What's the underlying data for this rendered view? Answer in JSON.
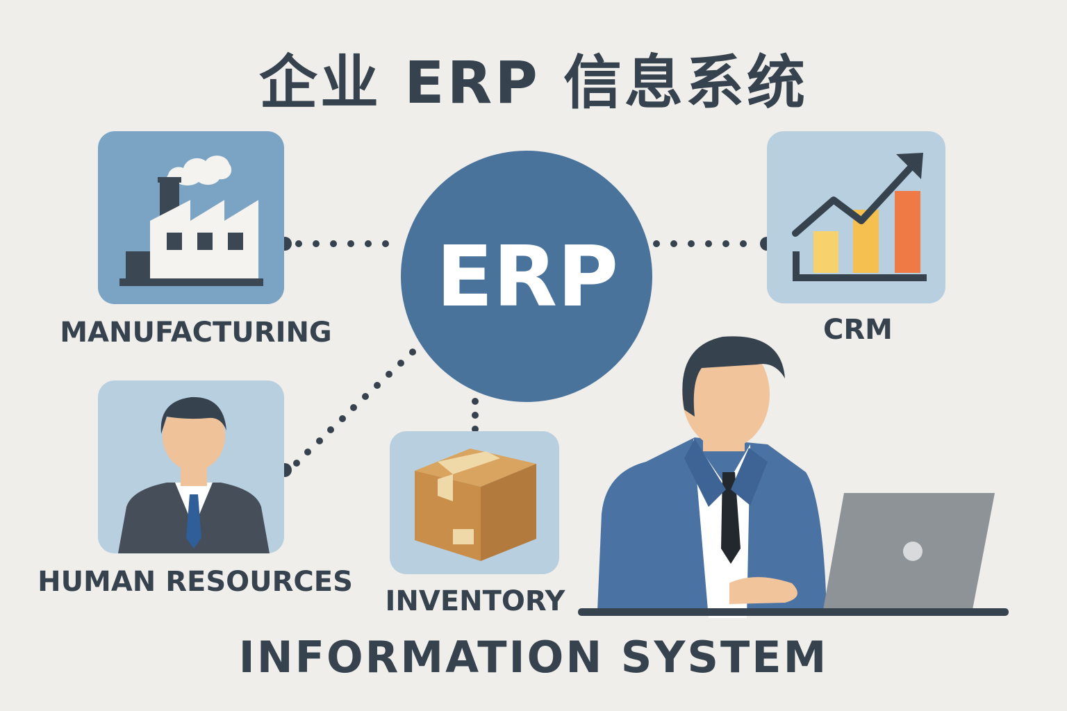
{
  "title": "企业 ERP 信息系统",
  "center": {
    "label": "ERP"
  },
  "modules": {
    "manufacturing": "MANUFACTURING",
    "crm": "CRM",
    "human_resources": "HUMAN RESOURCES",
    "inventory": "INVENTORY"
  },
  "subtitle": "INFORMATION SYSTEM",
  "colors": {
    "background": "#efeeea",
    "text": "#36434f",
    "hub": "#4a739c",
    "tile_dark": "#7ba3c4",
    "tile_light": "#b8cfe0"
  }
}
